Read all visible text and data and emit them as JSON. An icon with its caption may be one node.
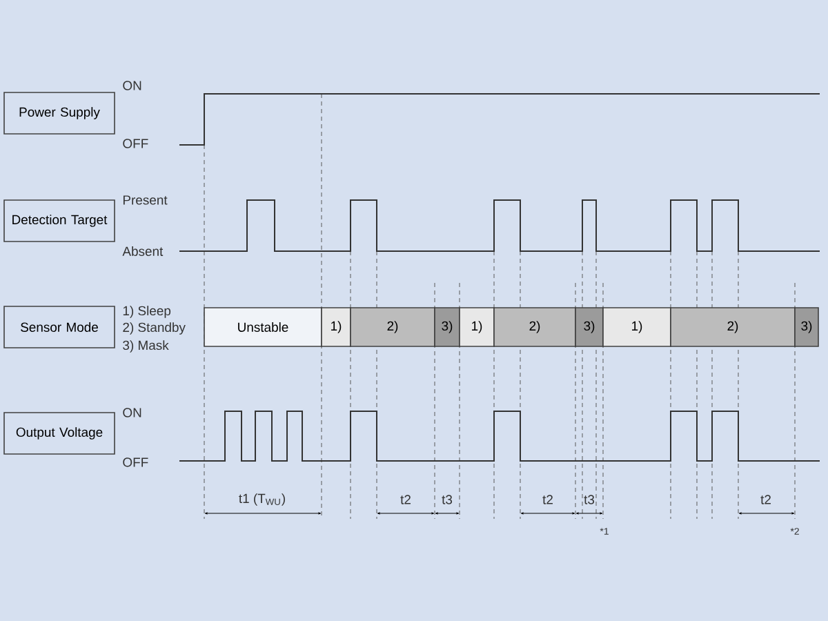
{
  "diagram": {
    "nodes": [
      {
        "text": [
          "Power Supply"
        ]
      },
      {
        "text": [
          "Detection Target"
        ]
      },
      {
        "text": [
          "Sensor Mode"
        ]
      },
      {
        "text": [
          "Output Voltage"
        ]
      },
      {
        "text": [
          "Unstable"
        ]
      },
      {
        "text": [
          "1)"
        ]
      },
      {
        "text": [
          "2)"
        ]
      },
      {
        "text": [
          "3)"
        ]
      },
      {
        "text": [
          "1)"
        ]
      },
      {
        "text": [
          "2)"
        ]
      },
      {
        "text": [
          "3)"
        ]
      },
      {
        "text": [
          "1)"
        ]
      },
      {
        "text": [
          "2)"
        ]
      },
      {
        "text": [
          "3)"
        ]
      }
    ],
    "labels": [
      "ON",
      "OFF",
      "Present",
      "Absent",
      "1) Sleep",
      "2) Standby",
      "3) Mask",
      "ON",
      "OFF",
      "t1 (T$_{WU}$)",
      "t2",
      "t3",
      "t2",
      "t3",
      "t2",
      "*1",
      "*2"
    ]
  }
}
